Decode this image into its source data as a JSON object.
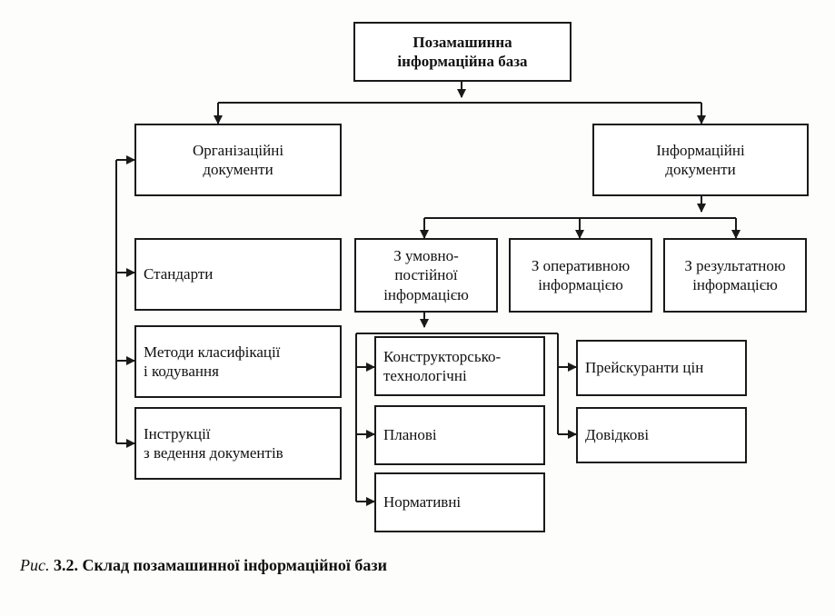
{
  "diagram": {
    "root": "Позамашинна\nінформаційна база",
    "organizational": "Організаційні\nдокументи",
    "informational": "Інформаційні\nдокументи",
    "standards": "Стандарти",
    "classification_methods": "Методи класифікації\nі кодування",
    "instructions": "Інструкції\nз ведення документів",
    "conditional_constant": "З умовно-\nпостійної\nінформацією",
    "operative": "З оперативною\nінформацією",
    "result": "З результатною\nінформацією",
    "design_tech": "Конструкторсько-\nтехнологічні",
    "planned": "Планові",
    "normative": "Нормативні",
    "price_lists": "Прейскуранти цін",
    "reference": "Довідкові"
  },
  "caption": {
    "label": "Рис.",
    "text": "3.2. Склад позамашинної інформаційної бази"
  }
}
